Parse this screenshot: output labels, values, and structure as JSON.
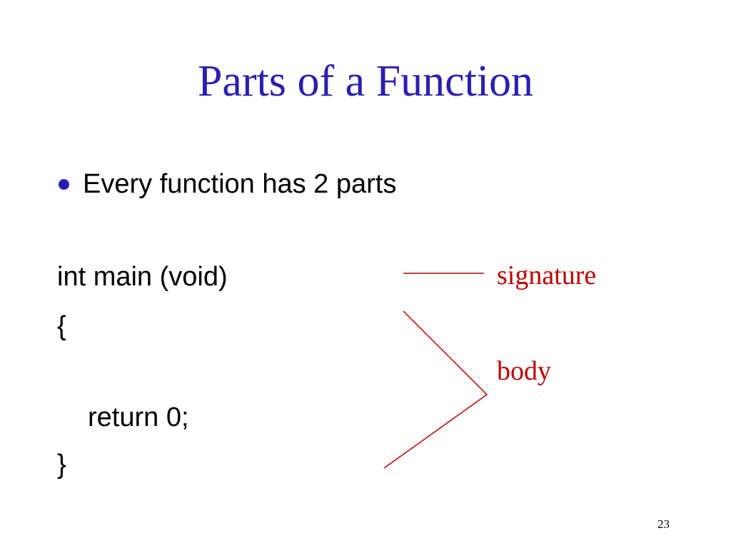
{
  "slide": {
    "title": "Parts of a Function",
    "bullet": "Every function has 2 parts",
    "code_lines": [
      "int main (void)",
      "{",
      "return 0;",
      "}"
    ],
    "labels": {
      "signature": "signature",
      "body": "body"
    },
    "page_number": "23"
  },
  "colors": {
    "title": "#2a1fb0",
    "bullet": "#2a1fb0",
    "label": "#c00000",
    "connector": "#c00000",
    "text": "#000000"
  }
}
